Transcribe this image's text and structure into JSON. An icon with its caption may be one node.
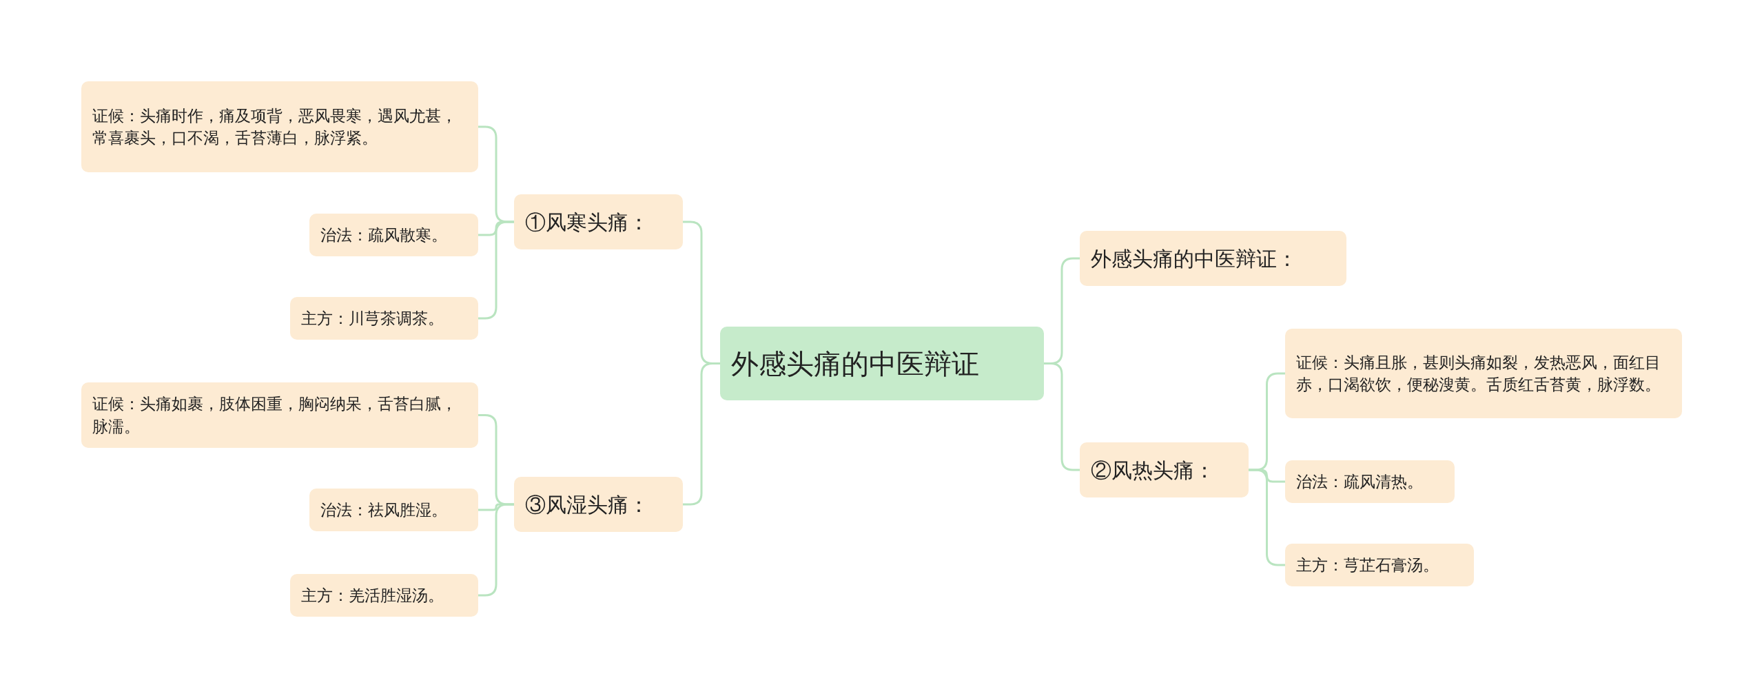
{
  "diagram": {
    "nodes": [
      {
        "text": [
          "外感头痛的中医辩证"
        ]
      },
      {
        "text": [
          "①风寒头痛："
        ]
      },
      {
        "text": [
          "证候：头痛时作，痛及项背，恶风畏寒，遇风尤甚，常喜裹头，口不渴，舌苔薄白，脉浮紧。"
        ]
      },
      {
        "text": [
          "治法：疏风散寒。"
        ]
      },
      {
        "text": [
          "主方：川芎茶调茶。"
        ]
      },
      {
        "text": [
          "③风湿头痛："
        ]
      },
      {
        "text": [
          "证候：头痛如裹，肢体困重，胸闷纳呆，舌苔白腻，脉濡。"
        ]
      },
      {
        "text": [
          "治法：祛风胜湿。"
        ]
      },
      {
        "text": [
          "主方：羌活胜湿汤。"
        ]
      },
      {
        "text": [
          "外感头痛的中医辩证："
        ]
      },
      {
        "text": [
          "②风热头痛："
        ]
      },
      {
        "text": [
          "证候：头痛且胀，甚则头痛如裂，发热恶风，面红目赤，口渴欲饮，便秘溲黄。舌质红舌苔黄，脉浮数。"
        ]
      },
      {
        "text": [
          "治法：疏风清热。"
        ]
      },
      {
        "text": [
          "主方：芎芷石膏汤。"
        ]
      }
    ],
    "edges": [
      {
        "from": 0,
        "to": 1,
        "arrow": "none"
      },
      {
        "from": 1,
        "to": 2,
        "arrow": "none"
      },
      {
        "from": 1,
        "to": 3,
        "arrow": "none"
      },
      {
        "from": 1,
        "to": 4,
        "arrow": "none"
      },
      {
        "from": 0,
        "to": 5,
        "arrow": "none"
      },
      {
        "from": 5,
        "to": 6,
        "arrow": "none"
      },
      {
        "from": 5,
        "to": 7,
        "arrow": "none"
      },
      {
        "from": 5,
        "to": 8,
        "arrow": "none"
      },
      {
        "from": 0,
        "to": 9,
        "arrow": "none"
      },
      {
        "from": 0,
        "to": 10,
        "arrow": "none"
      },
      {
        "from": 10,
        "to": 11,
        "arrow": "none"
      },
      {
        "from": 10,
        "to": 12,
        "arrow": "none"
      },
      {
        "from": 10,
        "to": 13,
        "arrow": "none"
      }
    ]
  }
}
